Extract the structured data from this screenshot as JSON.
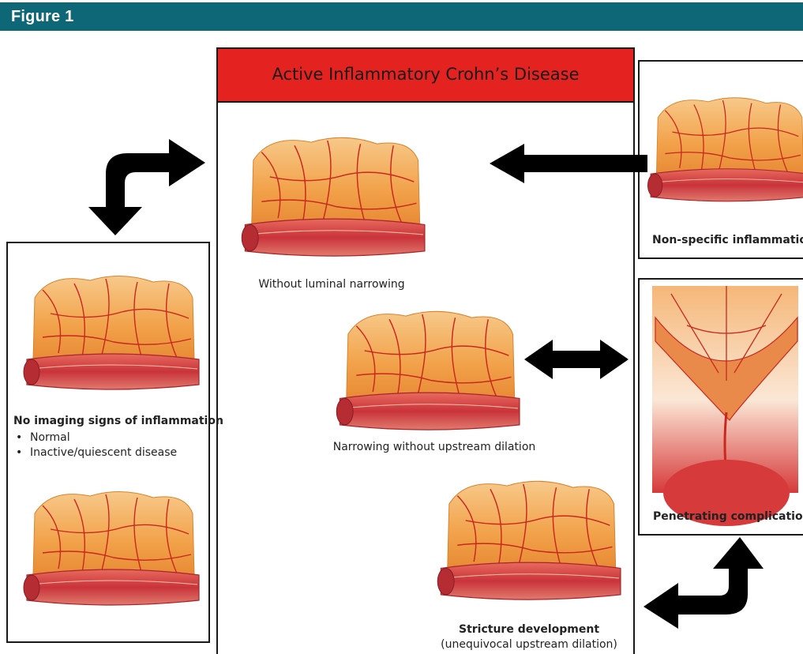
{
  "figure_label": "Figure 1",
  "colors": {
    "header": "#0d6776",
    "title_box": "#e42220",
    "tissue": "#f3a64e",
    "vessel": "#c8281e",
    "mucosa": "#d8404a"
  },
  "center": {
    "title": "Active Inflammatory Crohn’s Disease",
    "caption_1": "Without luminal narrowing",
    "caption_2": "Narrowing without upstream dilation",
    "caption_3_title": "Stricture development",
    "caption_3_sub": "(unequivocal upstream dilation)"
  },
  "left": {
    "heading": "No imaging signs of inflammation",
    "items": [
      "Normal",
      "Inactive/quiescent disease"
    ]
  },
  "right": {
    "top_caption": "Non-specific inflammation",
    "bottom_caption": "Penetrating complications"
  },
  "icons": [
    "curved-arrow-icon",
    "arrow-left-icon",
    "double-arrow-icon",
    "curved-arrow-icon"
  ]
}
